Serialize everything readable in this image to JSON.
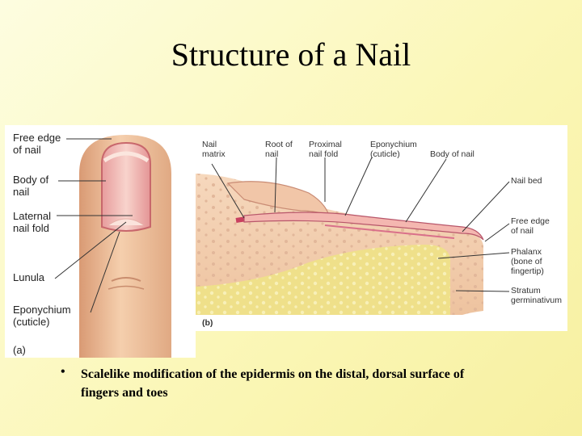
{
  "title": "Structure of a Nail",
  "panel_a": {
    "tag": "(a)",
    "labels": {
      "free_edge": "Free edge\nof nail",
      "body": "Body of\nnail",
      "lateral_fold": "Laternal\nnail fold",
      "lunula": "Lunula",
      "eponychium": "Eponychium\n(cuticle)"
    }
  },
  "panel_b": {
    "tag": "(b)",
    "labels": {
      "nail_matrix": "Nail\nmatrix",
      "root": "Root of\nnail",
      "proximal_fold": "Proximal\nnail fold",
      "eponychium": "Eponychium\n(cuticle)",
      "body": "Body of nail",
      "nail_bed": "Nail bed",
      "free_edge": "Free edge\nof nail",
      "phalanx": "Phalanx\n(bone of\nfingertip)",
      "stratum": "Stratum\ngerminativum"
    }
  },
  "bullet": {
    "symbol": "•",
    "text": "Scalelike modification of the epidermis on the distal, dorsal surface of fingers and toes"
  },
  "colors": {
    "background": "#fbf7b8",
    "skin": "#f2c9a6",
    "nail": "#f4b7b0",
    "bone": "#efe08a",
    "matrix": "#c94060"
  }
}
